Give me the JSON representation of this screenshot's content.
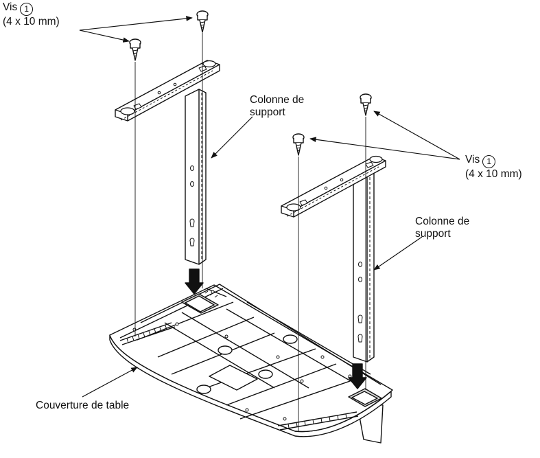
{
  "labels": {
    "screw_top_left": {
      "name": "Vis",
      "num": "1",
      "size": "(4 x 10 mm)"
    },
    "column_left": {
      "line1": "Colonne de",
      "line2": "support"
    },
    "screw_right": {
      "name": "Vis",
      "num": "1",
      "size": "(4 x 10 mm)"
    },
    "column_right": {
      "line1": "Colonne de",
      "line2": "support"
    },
    "table_cover": "Couverture de table"
  },
  "colors": {
    "line": "#111111",
    "fill": "#ffffff",
    "shade": "#d9d9d9"
  }
}
